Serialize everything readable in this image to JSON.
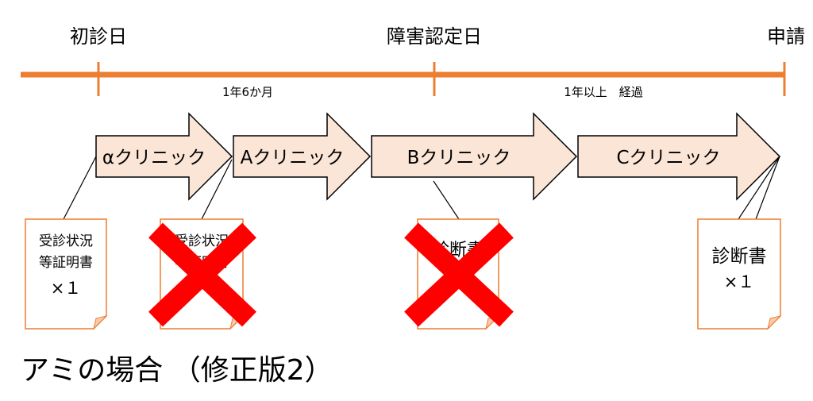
{
  "timeline": {
    "milestones": [
      "初診日",
      "障害認定日",
      "申請"
    ],
    "durations": [
      "1年6か月",
      "1年以上　経過"
    ],
    "colors": {
      "line": "#ED7D31",
      "arrow_fill": "#FBE5D6",
      "arrow_stroke": "#000000",
      "doc_stroke": "#ED7D31",
      "cross": "#FF0000"
    }
  },
  "clinics": [
    "αクリニック",
    "Aクリニック",
    "Bクリニック",
    "Cクリニック"
  ],
  "documents": {
    "alpha": {
      "line1": "受診状況",
      "line2": "等証明書",
      "count": "×１",
      "status": "valid"
    },
    "a": {
      "line1": "受診状況",
      "line2": "等証明書",
      "status": "crossed"
    },
    "b": {
      "line1": "診断書",
      "status": "crossed"
    },
    "c": {
      "line1": "診断書",
      "count": "×１",
      "status": "valid"
    }
  },
  "title": "アミの場合 （修正版2）"
}
